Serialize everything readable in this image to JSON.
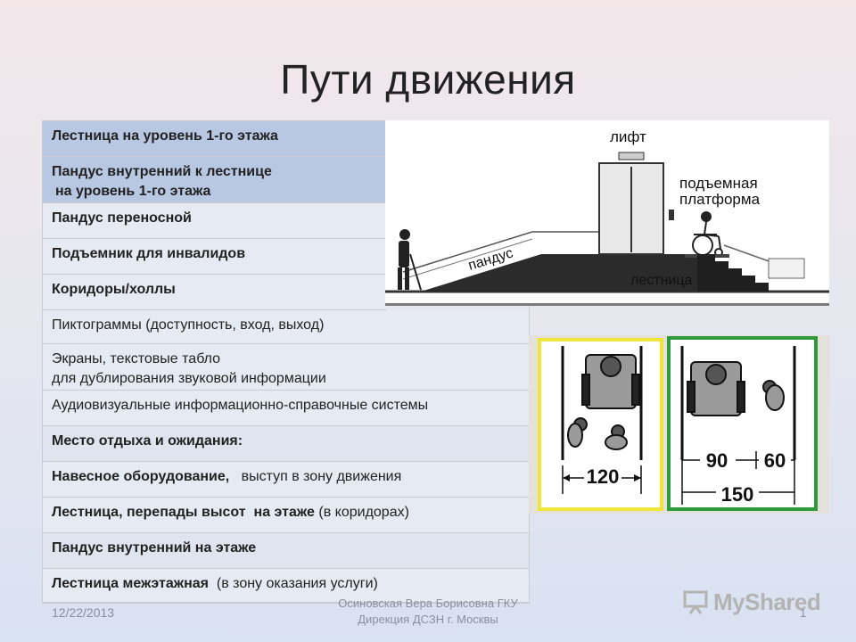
{
  "slide": {
    "title": "Пути движения",
    "date": "12/22/2013",
    "author_line1": "Осиновская Вера Борисовна ГКУ",
    "author_line2": "Дирекция ДСЗН г. Москвы",
    "page_number": "1",
    "logo": "MyShared"
  },
  "table": {
    "rows": [
      {
        "parts": [
          {
            "text": "Лестница на уровень 1-го этажа",
            "bold": true
          }
        ]
      },
      {
        "parts": [
          {
            "text": "Пандус внутренний к лестнице",
            "bold": true
          }
        ],
        "line2": "на уровень 1-го этажа"
      },
      {
        "parts": [
          {
            "text": "Пандус переносной",
            "bold": true
          }
        ]
      },
      {
        "parts": [
          {
            "text": "Подъемник для инвалидов",
            "bold": true
          }
        ]
      },
      {
        "parts": [
          {
            "text": "Коридоры/холлы",
            "bold": true
          }
        ]
      },
      {
        "parts": [
          {
            "text": "Пиктограммы (доступность, вход, выход)",
            "bold": false
          }
        ]
      },
      {
        "parts": [
          {
            "text": "Экраны, текстовые табло",
            "bold": false
          }
        ],
        "line2": "для дублирования звуковой информации"
      },
      {
        "parts": [
          {
            "text": "Аудиовизуальные информационно-справочные системы",
            "bold": false
          }
        ]
      },
      {
        "parts": [
          {
            "text": "Место отдыха и ожидания:",
            "bold": true
          }
        ]
      },
      {
        "parts": [
          {
            "text": "Навесное оборудование,",
            "bold": true
          },
          {
            "text": "   выступ в зону движения",
            "bold": false
          }
        ]
      },
      {
        "parts": [
          {
            "text": "Лестница, перепады высот  на этаже",
            "bold": true
          },
          {
            "text": " (в коридорах)",
            "bold": false
          }
        ]
      },
      {
        "parts": [
          {
            "text": "Пандус внутренний на этаже",
            "bold": true
          }
        ]
      },
      {
        "parts": [
          {
            "text": "Лестница межэтажная",
            "bold": true
          },
          {
            "text": "  (в зону оказания услуги)",
            "bold": false
          }
        ]
      }
    ]
  },
  "diagram": {
    "lift": "лифт",
    "platform_line1": "подъемная",
    "platform_line2": "платформа",
    "ramp": "пандус",
    "stairs": "лестница"
  },
  "widths": {
    "left": "120",
    "right_a": "90",
    "right_b": "60",
    "right_total": "150"
  },
  "colors": {
    "row_blue": "#b9c8e2",
    "row_light": "#e6eaf2",
    "yellow_frame": "#f0e63a",
    "green_frame": "#2e9a3c"
  }
}
